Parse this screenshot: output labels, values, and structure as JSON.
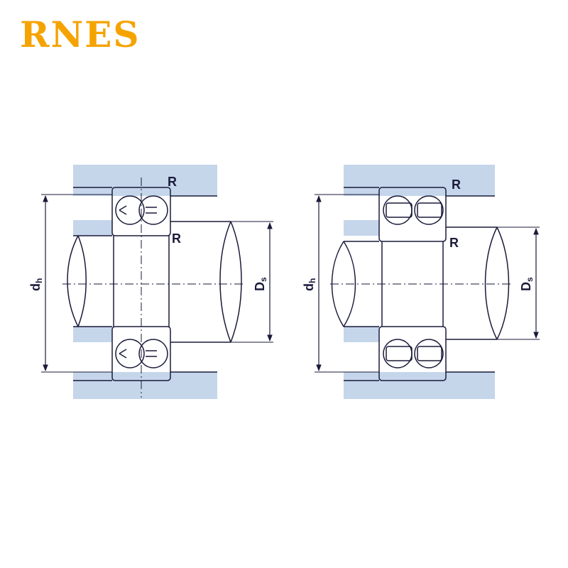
{
  "brand": {
    "name": "RNES",
    "color": "#f5a300"
  },
  "colors": {
    "housing": "#c5d6ea",
    "line": "#1a1a3a"
  },
  "left_diagram": {
    "dim_outer": {
      "main": "d",
      "sub": "h"
    },
    "dim_inner": {
      "main": "D",
      "sub": "s"
    },
    "fillet_top": "R",
    "fillet_inner": "R"
  },
  "right_diagram": {
    "dim_outer": {
      "main": "d",
      "sub": "h"
    },
    "dim_inner": {
      "main": "D",
      "sub": "s"
    },
    "fillet_top": "R",
    "fillet_inner": "R"
  }
}
